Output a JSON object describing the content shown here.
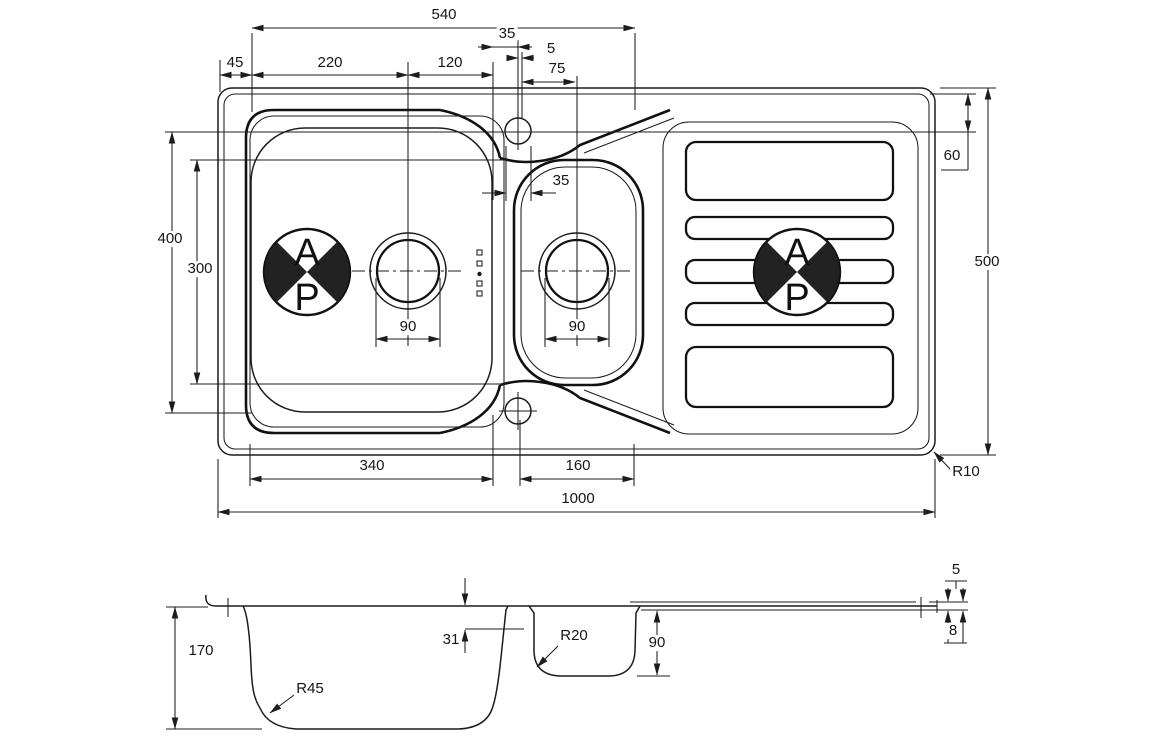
{
  "drawing_colors": {
    "line": "#1c1c1c",
    "background": "#ffffff"
  },
  "logo": {
    "top_letter": "A",
    "bottom_letter": "P"
  },
  "plan_dims": {
    "total_top_width": "540",
    "tap_offset": "35",
    "tap_gap": "5",
    "tap_to_drain": "75",
    "edge_margin": "45",
    "left_to_drain": "220",
    "drain_to_edge": "120",
    "tap_hole_dia": "35",
    "outer_depth": "400",
    "inner_depth": "300",
    "main_drain_dia": "90",
    "small_drain_dia": "90",
    "top_inset": "60",
    "overall_height": "500",
    "corner_radius": "R10",
    "main_bowl_width": "340",
    "small_bowl_width": "160",
    "overall_width": "1000"
  },
  "section_dims": {
    "bowl_depth": "170",
    "main_bowl_radius": "R45",
    "ledge_depth": "31",
    "small_bowl_radius": "R20",
    "small_bowl_depth": "90",
    "rim_top": "5",
    "rim_return": "8"
  }
}
